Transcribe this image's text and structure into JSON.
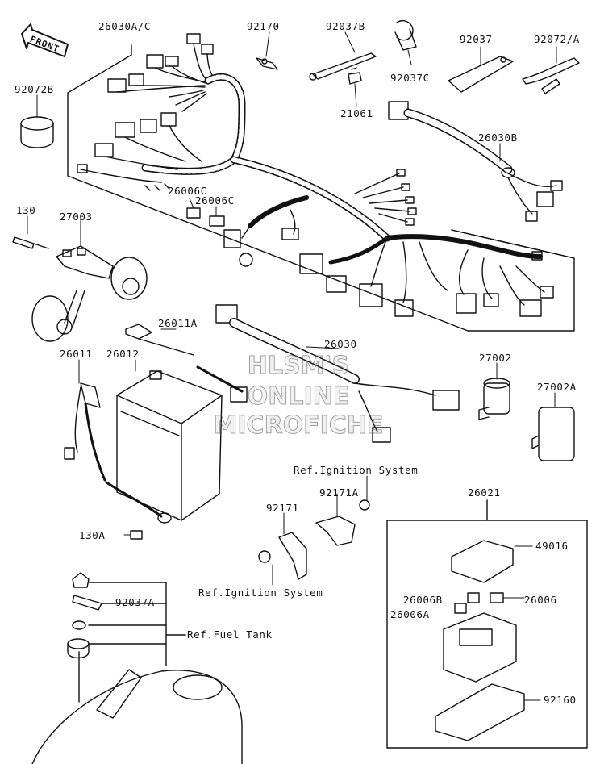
{
  "diagram": {
    "labels": {
      "p26030AC": "26030A/C",
      "p92170": "92170",
      "p92037B": "92037B",
      "p92037": "92037",
      "p92072A": "92072/A",
      "p92072B": "92072B",
      "p92037C": "92037C",
      "p21061": "21061",
      "p26030B": "26030B",
      "p26006C_1": "26006C",
      "p26006C_2": "26006C",
      "p130": "130",
      "p27003": "27003",
      "p26011A": "26011A",
      "p26030": "26030",
      "p27002": "27002",
      "p26011": "26011",
      "p26012": "26012",
      "p27002A": "27002A",
      "ref_ignition_1": "Ref.Ignition System",
      "p92171A": "92171A",
      "p26021": "26021",
      "p92171": "92171",
      "p130A": "130A",
      "p49016": "49016",
      "ref_ignition_2": "Ref.Ignition System",
      "p92037A": "92037A",
      "p26006B": "26006B",
      "p26006": "26006",
      "p26006A": "26006A",
      "ref_fuel_tank": "Ref.Fuel Tank",
      "p92160": "92160"
    },
    "front_arrow": "FRONT",
    "watermark": {
      "line1": "HLSM'S",
      "line2": "ONLINE",
      "line3": "MICROFICHE"
    }
  }
}
